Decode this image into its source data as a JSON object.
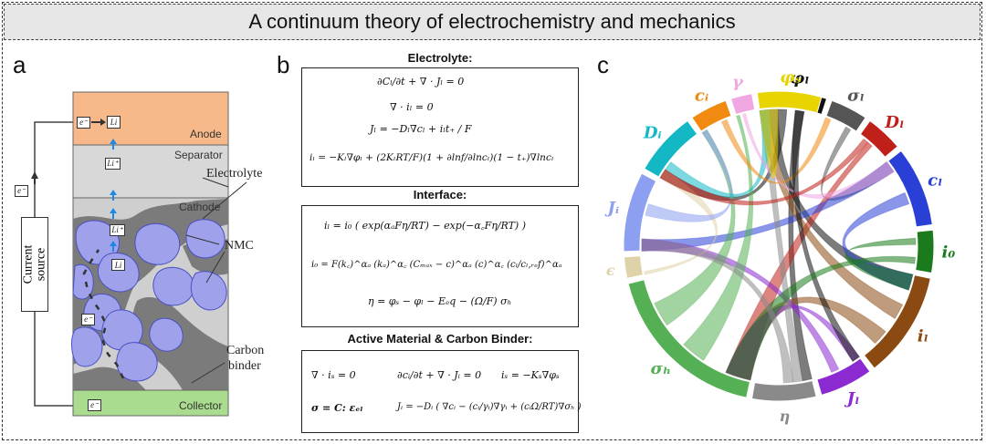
{
  "title": "A continuum theory of electrochemistry and mechanics",
  "panels": {
    "a": "a",
    "b": "b",
    "c": "c"
  },
  "panel_a": {
    "anode": "Anode",
    "separator": "Separator",
    "cathode": "Cathode",
    "collector": "Collector",
    "electrolyte": "Electrolyte",
    "nmc": "NMC",
    "carbon_binder_1": "Carbon",
    "carbon_binder_2": "binder",
    "current_source_1": "Current",
    "current_source_2": "source",
    "e_minus": "e⁻",
    "li": "Li",
    "li_plus": "Li⁺",
    "colors": {
      "anode": "#f8b98a",
      "separator": "#d8d8d8",
      "cathode": "#cfcfcf",
      "collector": "#a9dc8e",
      "nmc": "#9fa2ea",
      "binder": "#7a7a7a"
    }
  },
  "panel_b": {
    "electrolyte_head": "Electrolyte:",
    "electrolyte_eqs": [
      "∂Cₗ/∂t + ∇ · Jₗ = 0",
      "∇ · iₗ = 0",
      "Jₗ = −Dₗ∇cₗ + iₗt₊ / F",
      "iₗ = −Kₗ∇φₗ + (2KₗRT/F)(1 + ∂lnf/∂lncₗ)(1 − t₊)∇lncₗ"
    ],
    "interface_head": "Interface:",
    "interface_eqs": [
      "iₗ = i₀ ( exp(αₐFη/RT) − exp(−α꜀Fη/RT) )",
      "i₀ = F(k꜀)^αₐ (kₐ)^α꜀ (Cₘₐₓ − c)^αₐ (c)^α꜀ (cₗ/cₗ,ᵣₑf)^αₐ",
      "η = φₛ − φₗ − Eₑq − (Ω/F) σₕ"
    ],
    "active_head": "Active Material & Carbon Binder:",
    "active_eqs": [
      "∇ · iₛ = 0",
      "∂cᵢ/∂t + ∇ · Jᵢ = 0",
      "iₛ = −Kₛ∇φₛ",
      "σ = C: εₑₗ",
      "Jᵢ = −Dᵢ ( ∇cᵢ − (cᵢ/γᵢ)∇γᵢ + (cᵢΩ/RT)∇σₕ )"
    ]
  },
  "panel_c": {
    "labels": [
      {
        "text": "φₗ",
        "color": "#111111"
      },
      {
        "text": "σₗ",
        "color": "#555555"
      },
      {
        "text": "Dₗ",
        "color": "#c0201a"
      },
      {
        "text": "cₗ",
        "color": "#2a3fd6"
      },
      {
        "text": "i₀",
        "color": "#1b7a1b"
      },
      {
        "text": "iₗ",
        "color": "#8a4a12"
      },
      {
        "text": "Jₗ",
        "color": "#8a2ad0"
      },
      {
        "text": "η",
        "color": "#8a8a8a"
      },
      {
        "text": "σₕ",
        "color": "#55b055"
      },
      {
        "text": "ϵ",
        "color": "#e0d2a8"
      },
      {
        "text": "Jᵢ",
        "color": "#8d9ff0"
      },
      {
        "text": "Dᵢ",
        "color": "#13b8c4"
      },
      {
        "text": "cᵢ",
        "color": "#f08a10"
      },
      {
        "text": "γ",
        "color": "#f0a6e0"
      },
      {
        "text": "φₛ",
        "color": "#e8d400"
      }
    ]
  }
}
